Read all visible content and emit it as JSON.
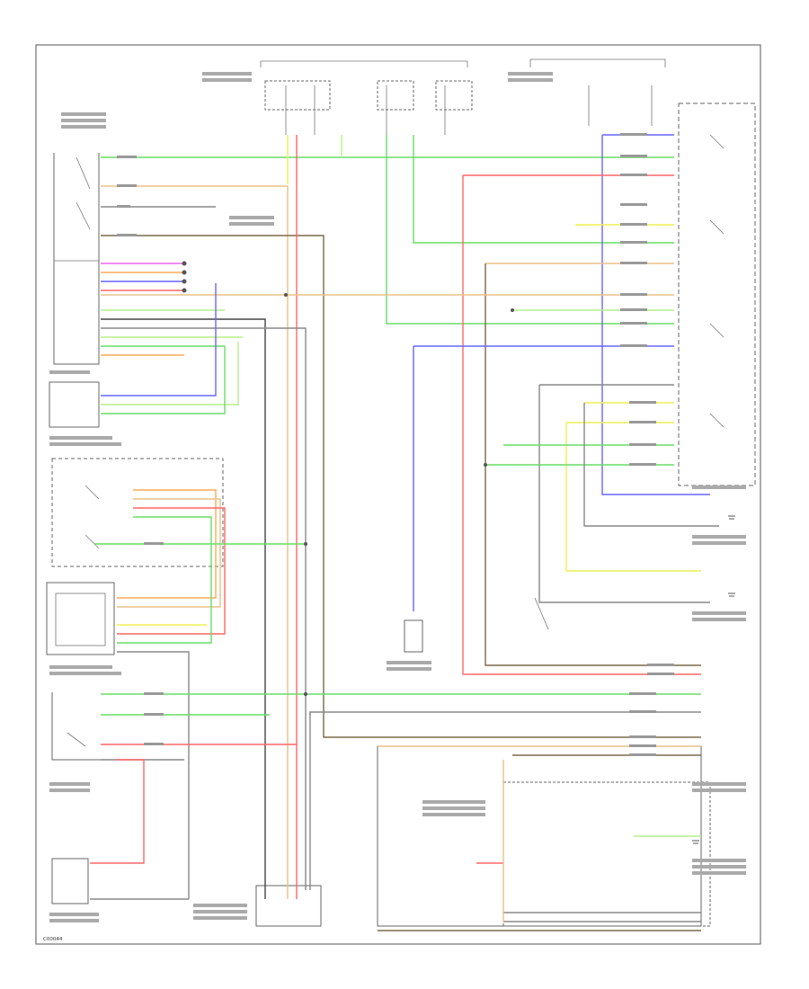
{
  "figure_id": "C00044",
  "colors": {
    "green": "#66dd66",
    "brown": "#7a6a4a",
    "tan": "#e8c08a",
    "lt_green": "#b8ee88",
    "red": "#ff6666",
    "pink": "#ee66ee",
    "blue": "#6666ff",
    "yellow": "#eeee55",
    "gray": "#888888",
    "dk_gray": "#444444",
    "orange": "#ffaa55"
  },
  "icons": [
    "ground-symbol",
    "switch-symbol",
    "connector-symbol",
    "splice-dot"
  ]
}
